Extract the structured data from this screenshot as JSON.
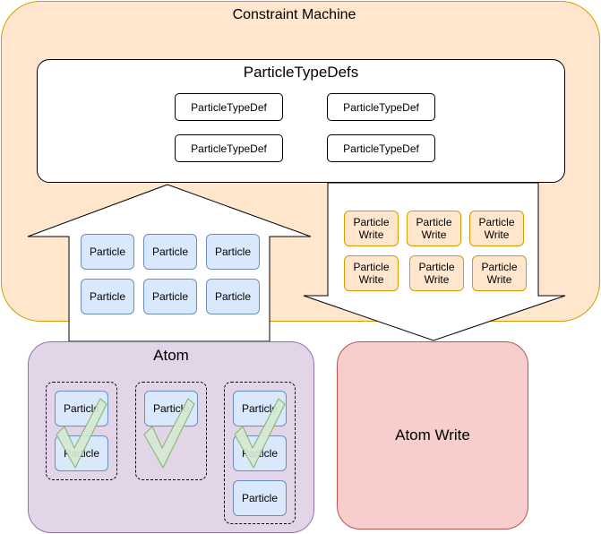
{
  "constraint_machine": {
    "title": "Constraint Machine"
  },
  "particle_type_defs": {
    "title": "ParticleTypeDefs",
    "items": [
      "ParticleTypeDef",
      "ParticleTypeDef",
      "ParticleTypeDef",
      "ParticleTypeDef"
    ]
  },
  "up_arrow_particles": [
    "Particle",
    "Particle",
    "Particle",
    "Particle",
    "Particle",
    "Particle"
  ],
  "particle_writes": [
    "Particle\nWrite",
    "Particle\nWrite",
    "Particle\nWrite",
    "Particle\nWrite",
    "Particle\nWrite",
    "Particle\nWrite"
  ],
  "atom": {
    "title": "Atom",
    "groups": [
      [
        "Particle",
        "Particle"
      ],
      [
        "Particle"
      ],
      [
        "Particle",
        "Particle",
        "Particle"
      ]
    ]
  },
  "atom_write": {
    "title": "Atom Write"
  },
  "colors": {
    "machine_fill": "#ffe6cc",
    "machine_stroke": "#d79b00",
    "particle_fill": "#dae8fc",
    "particle_stroke": "#6c8ebf",
    "atom_fill": "#e1d5e7",
    "atom_stroke": "#9673a6",
    "atom_write_fill": "#f8cecc",
    "atom_write_stroke": "#b85450",
    "check_fill": "#d5e8d4",
    "check_stroke": "#82b366"
  }
}
